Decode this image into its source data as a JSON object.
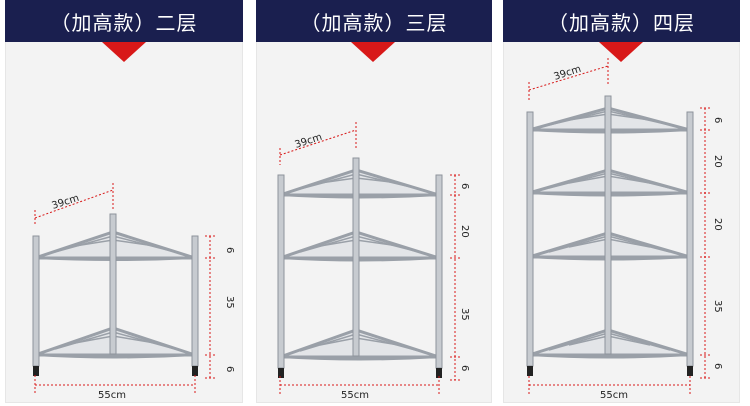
{
  "panels": [
    {
      "title": "（加高款）二层",
      "top_width": "39cm",
      "bottom_width": "55cm",
      "heights": [
        "6",
        "35",
        "6"
      ]
    },
    {
      "title": "（加高款）三层",
      "top_width": "39cm",
      "bottom_width": "55cm",
      "heights": [
        "6",
        "20",
        "35",
        "6"
      ]
    },
    {
      "title": "（加高款）四层",
      "top_width": "39cm",
      "bottom_width": "55cm",
      "heights": [
        "6",
        "20",
        "20",
        "35",
        "6"
      ]
    }
  ],
  "colors": {
    "header_bg": "#1a1f4f",
    "arrow": "#d81818",
    "dimension_line": "#d81818"
  }
}
